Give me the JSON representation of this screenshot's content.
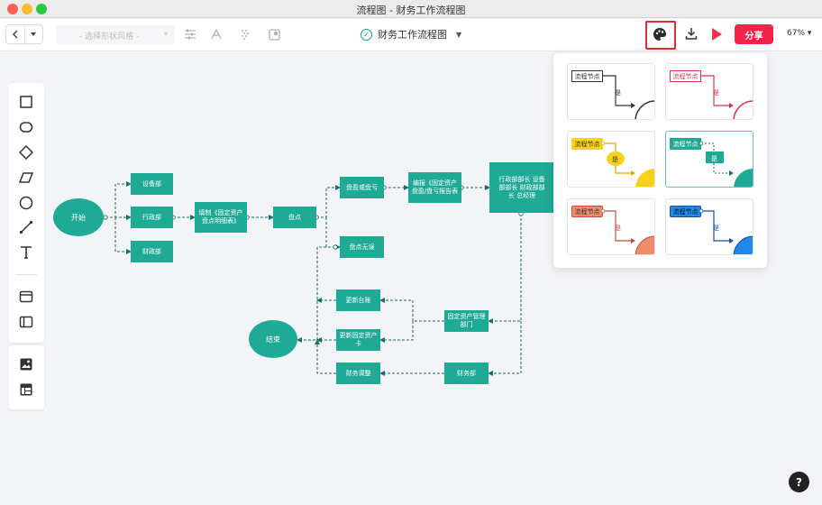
{
  "window": {
    "title": "流程图 - 财务工作流程图"
  },
  "toolbar": {
    "back_icon": "chevron-left-icon",
    "menu_icon": "caret-down-icon",
    "style_placeholder": "- 选择形状风格 -",
    "doc_title": "财务工作流程图",
    "share_label": "分享",
    "zoom_label": "67%"
  },
  "left_tools": [
    "rectangle-icon",
    "rounded-rect-icon",
    "diamond-icon",
    "parallelogram-icon",
    "circle-icon",
    "line-icon",
    "text-icon",
    "container-icon",
    "swimlane-icon",
    "image-icon",
    "table-icon"
  ],
  "flow": {
    "start": "开始",
    "end": "结束",
    "dept_equipment": "设备部",
    "dept_admin": "行政部",
    "dept_finance": "财政部",
    "fill_form": "填制《固定资产盘点明细表》",
    "inventory": "盘点",
    "surplus_loss": "盘盈或盘亏",
    "compile_report": "编报《固定资产盘盈/盘亏报告表",
    "managers": "行政部部长 设备部部长 财政部部长 总经理",
    "no_error": "盘点无误",
    "update_ledger": "更新台账",
    "update_card": "更新固定资产卡",
    "asset_mgmt": "固定资产管理部门",
    "finance_adjust": "财务调整",
    "finance_dept": "财务部"
  },
  "style_panel": {
    "themes": [
      {
        "node_label": "流程节点",
        "yes_label": "是",
        "color": "#333333",
        "fill": "#ffffff"
      },
      {
        "node_label": "流程节点",
        "yes_label": "是",
        "color": "#d9324f",
        "fill": "#ffffff"
      },
      {
        "node_label": "流程节点",
        "yes_label": "是",
        "color": "#f2c300",
        "fill": "#f7d21a"
      },
      {
        "node_label": "流程节点",
        "yes_label": "是",
        "color": "#1faa96",
        "fill": "#1faa96"
      },
      {
        "node_label": "流程节点",
        "yes_label": "是",
        "color": "#e4795a",
        "fill": "#ee8c6c"
      },
      {
        "node_label": "流程节点",
        "yes_label": "是",
        "color": "#1e6fd9",
        "fill": "#1e88ec"
      }
    ]
  },
  "help_label": "?"
}
